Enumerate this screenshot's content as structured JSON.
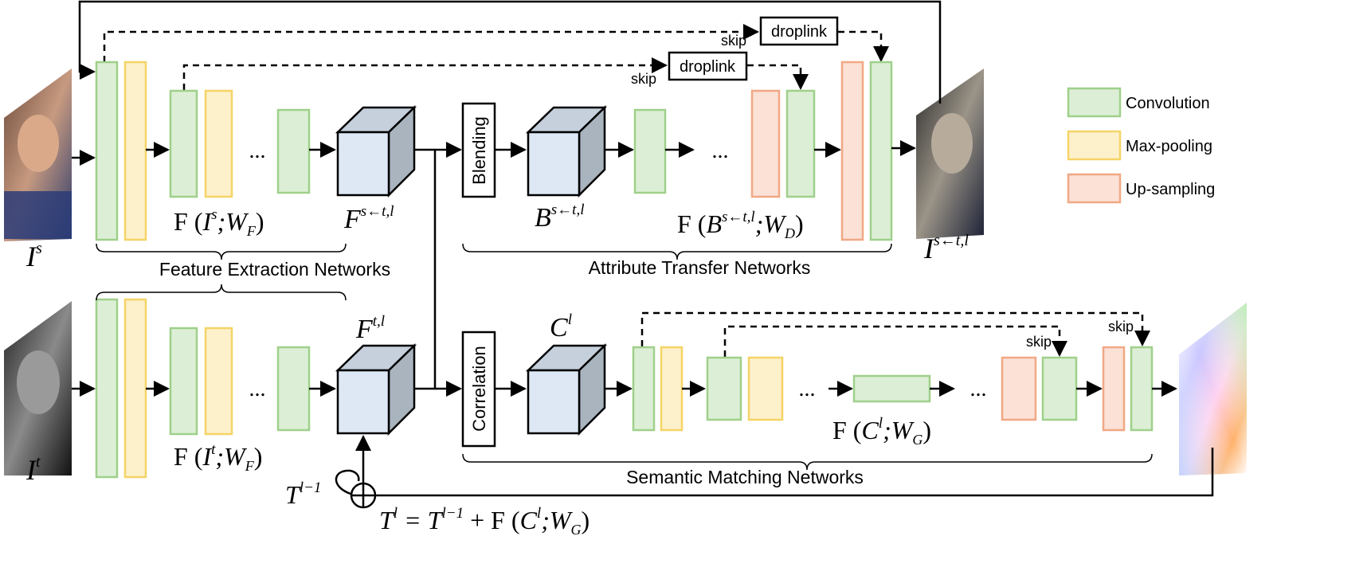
{
  "labels": {
    "source_image": "I",
    "source_image_sup": "s",
    "target_image": "I",
    "target_image_sup": "t",
    "output_image": "I",
    "output_image_sup": "s←t,l",
    "feat_src_func": "F (",
    "feat_src_I": "I",
    "feat_src_I_sup": "s",
    "feat_src_W": ";W",
    "feat_src_W_sub": "F",
    "feat_src_close": ")",
    "feat_tgt_func": "F (",
    "feat_tgt_I": "I",
    "feat_tgt_I_sup": "t",
    "feat_tgt_W": ";W",
    "feat_tgt_W_sub": "F",
    "feat_tgt_close": ")",
    "F_src": "F",
    "F_src_sup": "s←t,l",
    "F_tgt": "F",
    "F_tgt_sup": "t,l",
    "B": "B",
    "B_sup": "s←t,l",
    "dec_func": "F (",
    "dec_B": "B",
    "dec_B_sup": "s←t,l",
    "dec_W": ";W",
    "dec_W_sub": "D",
    "dec_close": ")",
    "C": "C",
    "C_sup": "l",
    "sm_func": "F (",
    "sm_C": "C",
    "sm_C_sup": "l",
    "sm_W": ";W",
    "sm_W_sub": "G",
    "sm_close": ")",
    "T_prev": "T",
    "T_prev_sup": "l−1",
    "eq_T": "T",
    "eq_T_sup": "l",
    "eq_eq": " = T",
    "eq_T2_sup": "l−1",
    "eq_plus": " + F (",
    "eq_C": "C",
    "eq_C_sup": "l",
    "eq_W": ";W",
    "eq_W_sub": "G",
    "eq_close": ")"
  },
  "sections": {
    "feature_extraction": "Feature Extraction Networks",
    "attribute_transfer": "Attribute Transfer Networks",
    "semantic_matching": "Semantic Matching Networks"
  },
  "blocks": {
    "blending": "Blending",
    "correlation": "Correlation",
    "droplink_top": "droplink",
    "droplink_mid": "droplink"
  },
  "skips": [
    "skip",
    "skip",
    "skip",
    "skip"
  ],
  "ellipsis": "...",
  "legend": {
    "items": [
      {
        "label": "Convolution",
        "fill": "#dcefd6",
        "stroke": "#9fd08a"
      },
      {
        "label": "Max-pooling",
        "fill": "#fdf1cc",
        "stroke": "#f5d466"
      },
      {
        "label": "Up-sampling",
        "fill": "#fbe1d6",
        "stroke": "#f1a884"
      }
    ]
  },
  "colors": {
    "conv_fill": "#dcefd6",
    "conv_stroke": "#9fd08a",
    "pool_fill": "#fdf1cc",
    "pool_stroke": "#f5d466",
    "up_fill": "#fbe1d6",
    "up_stroke": "#f1a884",
    "cube_front": "#dde8f4",
    "cube_side": "#a9b4bf",
    "cube_top": "#c5d0dc"
  }
}
